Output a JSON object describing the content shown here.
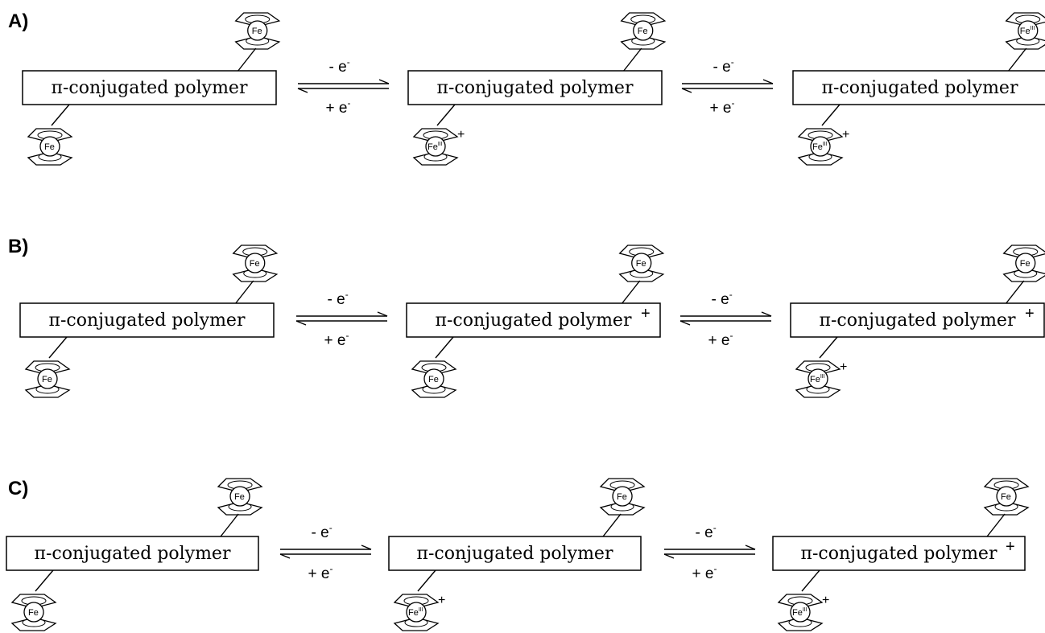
{
  "rows": [
    {
      "label": "A)",
      "polymer_text": "π-conjugated polymer",
      "step1": {
        "top": "- e-",
        "bottom": "+ e-"
      },
      "step2": {
        "top": "- e-",
        "bottom": "+ e-"
      },
      "states": [
        {
          "top_fe": "Fe",
          "top_fe_charge": "",
          "bottom_fe": "Fe",
          "bottom_fe_charge": "",
          "polymer_charge": ""
        },
        {
          "top_fe": "Fe",
          "top_fe_charge": "",
          "bottom_fe": "FeIII",
          "bottom_fe_charge": "+",
          "polymer_charge": ""
        },
        {
          "top_fe": "FeIII",
          "top_fe_charge": "+",
          "bottom_fe": "FeIII",
          "bottom_fe_charge": "+",
          "polymer_charge": ""
        }
      ]
    },
    {
      "label": "B)",
      "polymer_text": "π-conjugated polymer",
      "step1": {
        "top": "- e-",
        "bottom": "+ e-"
      },
      "step2": {
        "top": "- e-",
        "bottom": "+ e-"
      },
      "states": [
        {
          "top_fe": "Fe",
          "top_fe_charge": "",
          "bottom_fe": "Fe",
          "bottom_fe_charge": "",
          "polymer_charge": ""
        },
        {
          "top_fe": "Fe",
          "top_fe_charge": "",
          "bottom_fe": "Fe",
          "bottom_fe_charge": "",
          "polymer_charge": "+"
        },
        {
          "top_fe": "Fe",
          "top_fe_charge": "",
          "bottom_fe": "FeIII",
          "bottom_fe_charge": "+",
          "polymer_charge": "+"
        }
      ]
    },
    {
      "label": "C)",
      "polymer_text": "π-conjugated polymer",
      "step1": {
        "top": "- e-",
        "bottom": "+ e-"
      },
      "step2": {
        "top": "- e-",
        "bottom": "+ e-"
      },
      "states": [
        {
          "top_fe": "Fe",
          "top_fe_charge": "",
          "bottom_fe": "Fe",
          "bottom_fe_charge": "",
          "polymer_charge": ""
        },
        {
          "top_fe": "Fe",
          "top_fe_charge": "",
          "bottom_fe": "FeIII",
          "bottom_fe_charge": "+",
          "polymer_charge": ""
        },
        {
          "top_fe": "Fe",
          "top_fe_charge": "",
          "bottom_fe": "FeIII",
          "bottom_fe_charge": "+",
          "polymer_charge": "+"
        }
      ]
    }
  ]
}
